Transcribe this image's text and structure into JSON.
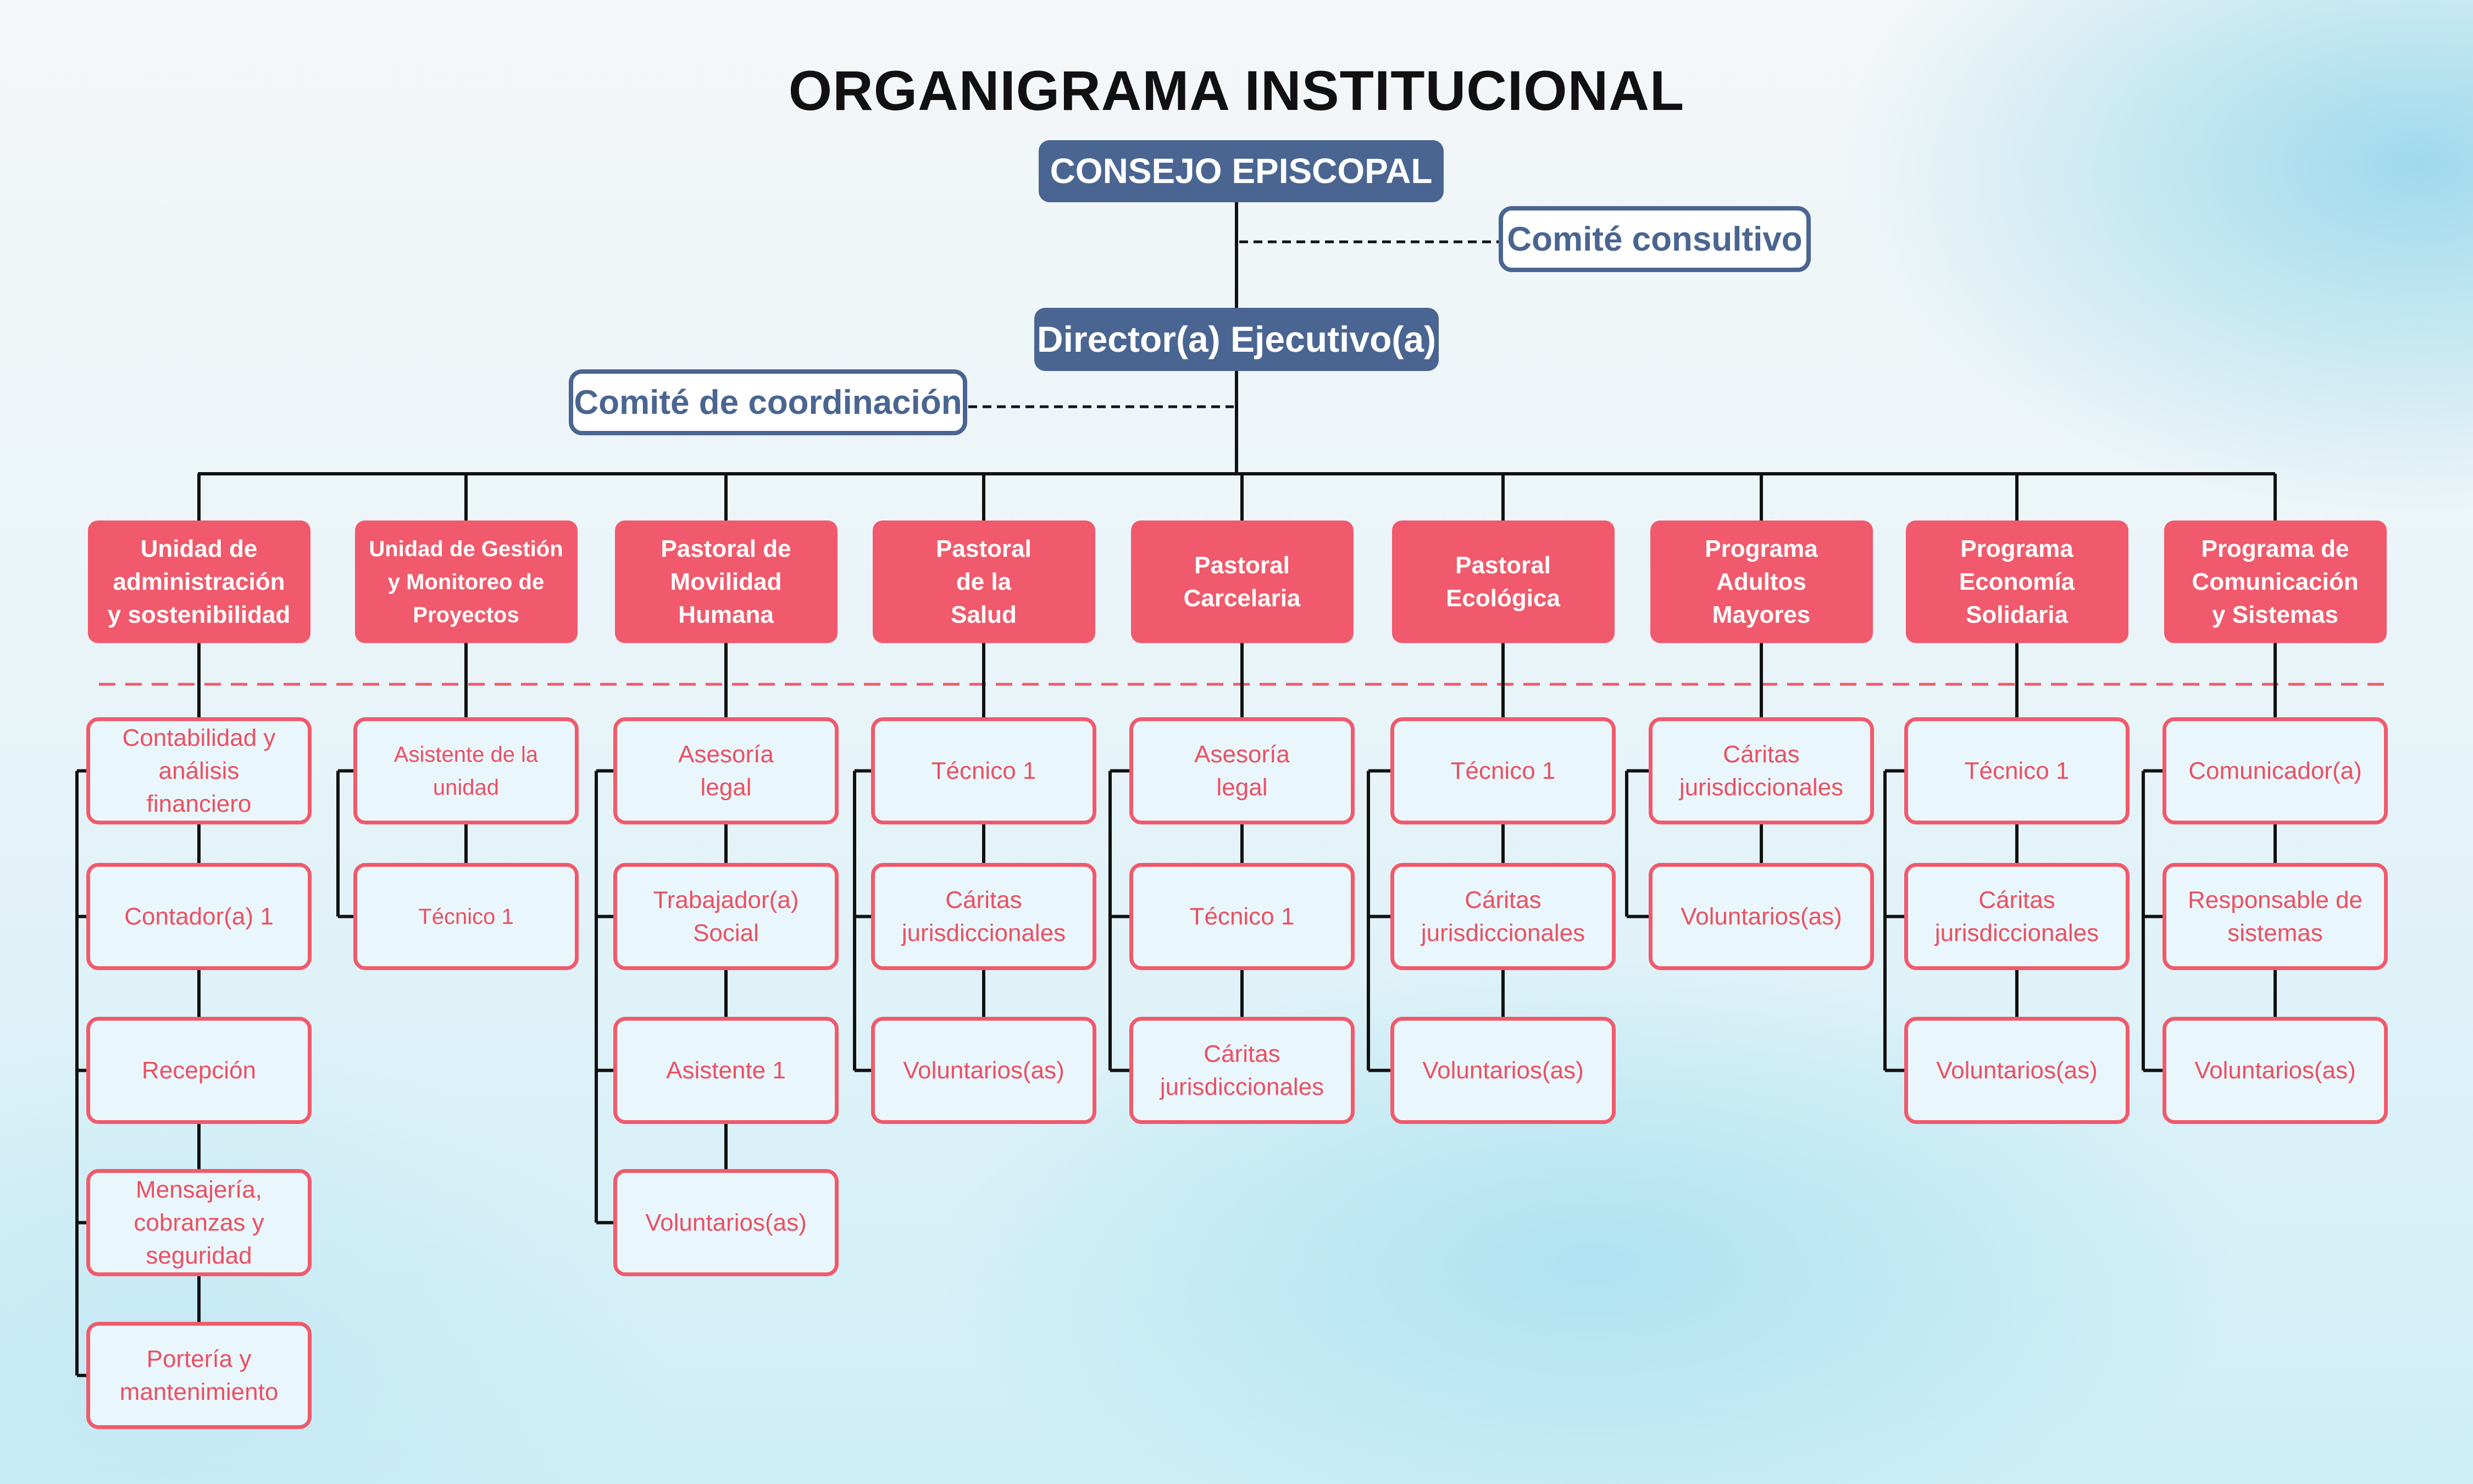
{
  "title": "ORGANIGRAMA INSTITUCIONAL",
  "consejo": "CONSEJO EPISCOPAL",
  "comite_consultivo": "Comité consultivo",
  "director": "Director(a) Ejecutivo(a)",
  "comite_coordinacion": "Comité de coordinación",
  "units": [
    {
      "label": "Unidad de\nadministración\ny sostenibilidad",
      "children": [
        "Contabilidad y\nanálisis\nfinanciero",
        "Contador(a) 1",
        "Recepción",
        "Mensajería,\ncobranzas y\nseguridad",
        "Portería y\nmantenimiento"
      ]
    },
    {
      "label": "Unidad de Gestión\ny Monitoreo de\nProyectos",
      "children": [
        "Asistente de la\nunidad",
        "Técnico 1"
      ]
    },
    {
      "label": "Pastoral de\nMovilidad\nHumana",
      "children": [
        "Asesoría\nlegal",
        "Trabajador(a)\nSocial",
        "Asistente 1",
        "Voluntarios(as)"
      ]
    },
    {
      "label": "Pastoral\nde la\nSalud",
      "children": [
        "Técnico 1",
        "Cáritas\njurisdiccionales",
        "Voluntarios(as)"
      ]
    },
    {
      "label": "Pastoral\nCarcelaria",
      "children": [
        "Asesoría\nlegal",
        "Técnico 1",
        "Cáritas\njurisdiccionales"
      ]
    },
    {
      "label": "Pastoral\nEcológica",
      "children": [
        "Técnico 1",
        "Cáritas\njurisdiccionales",
        "Voluntarios(as)"
      ]
    },
    {
      "label": "Programa\nAdultos\nMayores",
      "children": [
        "Cáritas\njurisdiccionales",
        "Voluntarios(as)"
      ]
    },
    {
      "label": "Programa\nEconomía\nSolidaria",
      "children": [
        "Técnico 1",
        "Cáritas\njurisdiccionales",
        "Voluntarios(as)"
      ]
    },
    {
      "label": "Programa de\nComunicación\ny Sistemas",
      "children": [
        "Comunicador(a)",
        "Responsable de\nsistemas",
        "Voluntarios(as)"
      ]
    }
  ],
  "colors": {
    "navy": "#4a6591",
    "coral": "#f05a6c",
    "child_fill": "#e9f7fc",
    "line": "#111111"
  }
}
